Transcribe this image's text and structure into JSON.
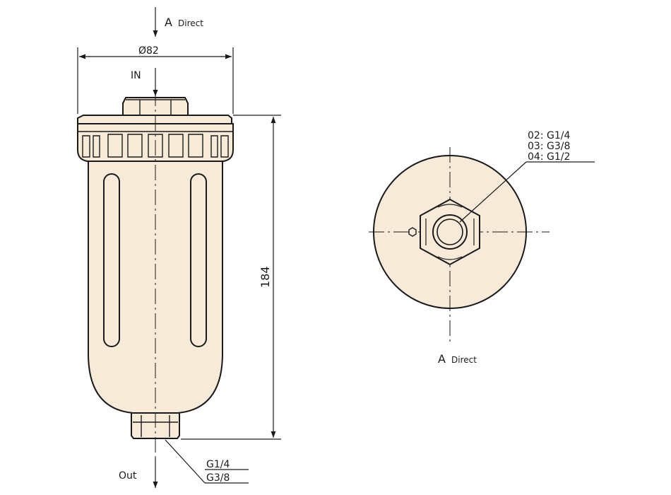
{
  "colors": {
    "body_fill": "#f8ead9",
    "stroke": "#1a1a1a",
    "background": "#ffffff"
  },
  "front_view": {
    "top_direction_label": {
      "big": "A",
      "small": "Direct"
    },
    "diameter_label": "Ø82",
    "inlet_label": "IN",
    "height_label": "184",
    "outlet_label": "Out",
    "outlet_threads": [
      "G1/4",
      "G3/8"
    ]
  },
  "top_view": {
    "port_threads": [
      "02: G1/4",
      "03: G3/8",
      "04: G1/2"
    ],
    "direction_label": {
      "big": "A",
      "small": "Direct"
    }
  }
}
